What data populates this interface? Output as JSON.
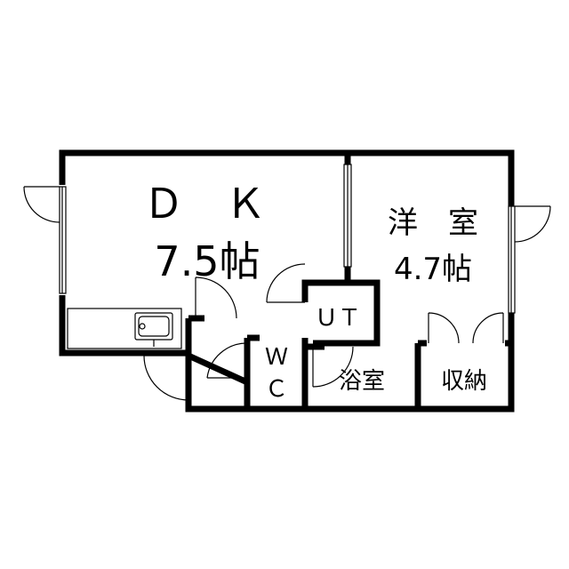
{
  "rooms": {
    "dk": {
      "name": "Ｄ　Ｋ",
      "size": "7.5帖"
    },
    "western": {
      "name": "洋　室",
      "size": "4.7帖"
    },
    "ut": {
      "name": "ＵＴ"
    },
    "wc": {
      "line1": "Ｗ",
      "line2": "Ｃ"
    },
    "bath": {
      "name": "浴室"
    },
    "storage": {
      "name": "収納"
    }
  }
}
